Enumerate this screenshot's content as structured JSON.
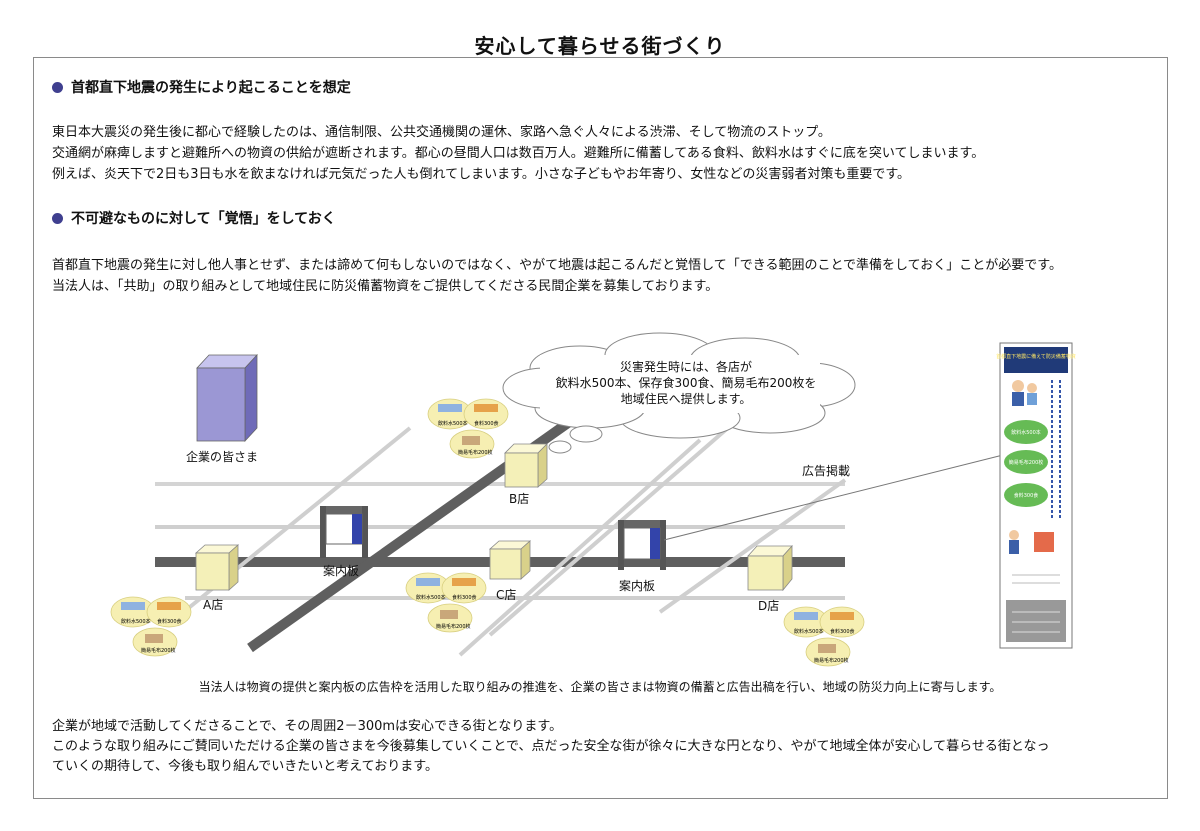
{
  "title": "安心して暮らせる街づくり",
  "section1": {
    "heading": "首都直下地震の発生により起こることを想定",
    "lines": [
      "東日本大震災の発生後に都心で経験したのは、通信制限、公共交通機関の運休、家路へ急ぐ人々による渋滞、そして物流のストップ。",
      "交通網が麻痺しますと避難所への物資の供給が遮断されます。都心の昼間人口は数百万人。避難所に備蓄してある食料、飲料水はすぐに底を突いてしまいます。",
      "例えば、炎天下で2日も3日も水を飲まなければ元気だった人も倒れてしまいます。小さな子どもやお年寄り、女性などの災害弱者対策も重要です。"
    ]
  },
  "section2": {
    "heading": "不可避なものに対して「覚悟」をしておく",
    "lines": [
      "首都直下地震の発生に対し他人事とせず、または諦めて何もしないのではなく、やがて地震は起こるんだと覚悟して「できる範囲のことで準備をしておく」ことが必要です。",
      "当法人は、「共助」の取り組みとして地域住民に防災備蓄物資をご提供してくださる民間企業を募集しております。"
    ]
  },
  "diagram": {
    "cloud_lines": [
      "災害発生時には、各店が",
      "飲料水500本、保存食300食、簡易毛布200枚を",
      "地域住民へ提供します。"
    ],
    "companies_label": "企業の皆さま",
    "stores": {
      "a": "A店",
      "b": "B店",
      "c": "C店",
      "d": "D店"
    },
    "guide_board_label": "案内板",
    "ad_label": "広告掲載",
    "supply_labels": {
      "water": "飲料水500本",
      "food": "食料300食",
      "blanket": "簡易毛布200枚"
    },
    "poster": {
      "header": "首都直下地震に備えて防災備蓄物資",
      "items": [
        "飲料水500本",
        "簡易毛布200枚",
        "食料300食"
      ]
    }
  },
  "caption": "当法人は物資の提供と案内板の広告枠を活用した取り組みの推進を、企業の皆さまは物資の備蓄と広告出稿を行い、地域の防災力向上に寄与します。",
  "closing": [
    "企業が地域で活動してくださることで、その周囲2－300mは安心できる街となります。",
    "このような取り組みにご賛同いただける企業の皆さまを今後募集していくことで、点だった安全な街が徐々に大きな円となり、やがて地域全体が安心して暮らせる街となっ",
    "ていくの期待して、今後も取り組んでいきたいと考えております。"
  ],
  "colors": {
    "bullet": "#3f3f8f",
    "building": "#9b97d4",
    "store": "#f4f0b8",
    "board_accent": "#3344aa"
  }
}
